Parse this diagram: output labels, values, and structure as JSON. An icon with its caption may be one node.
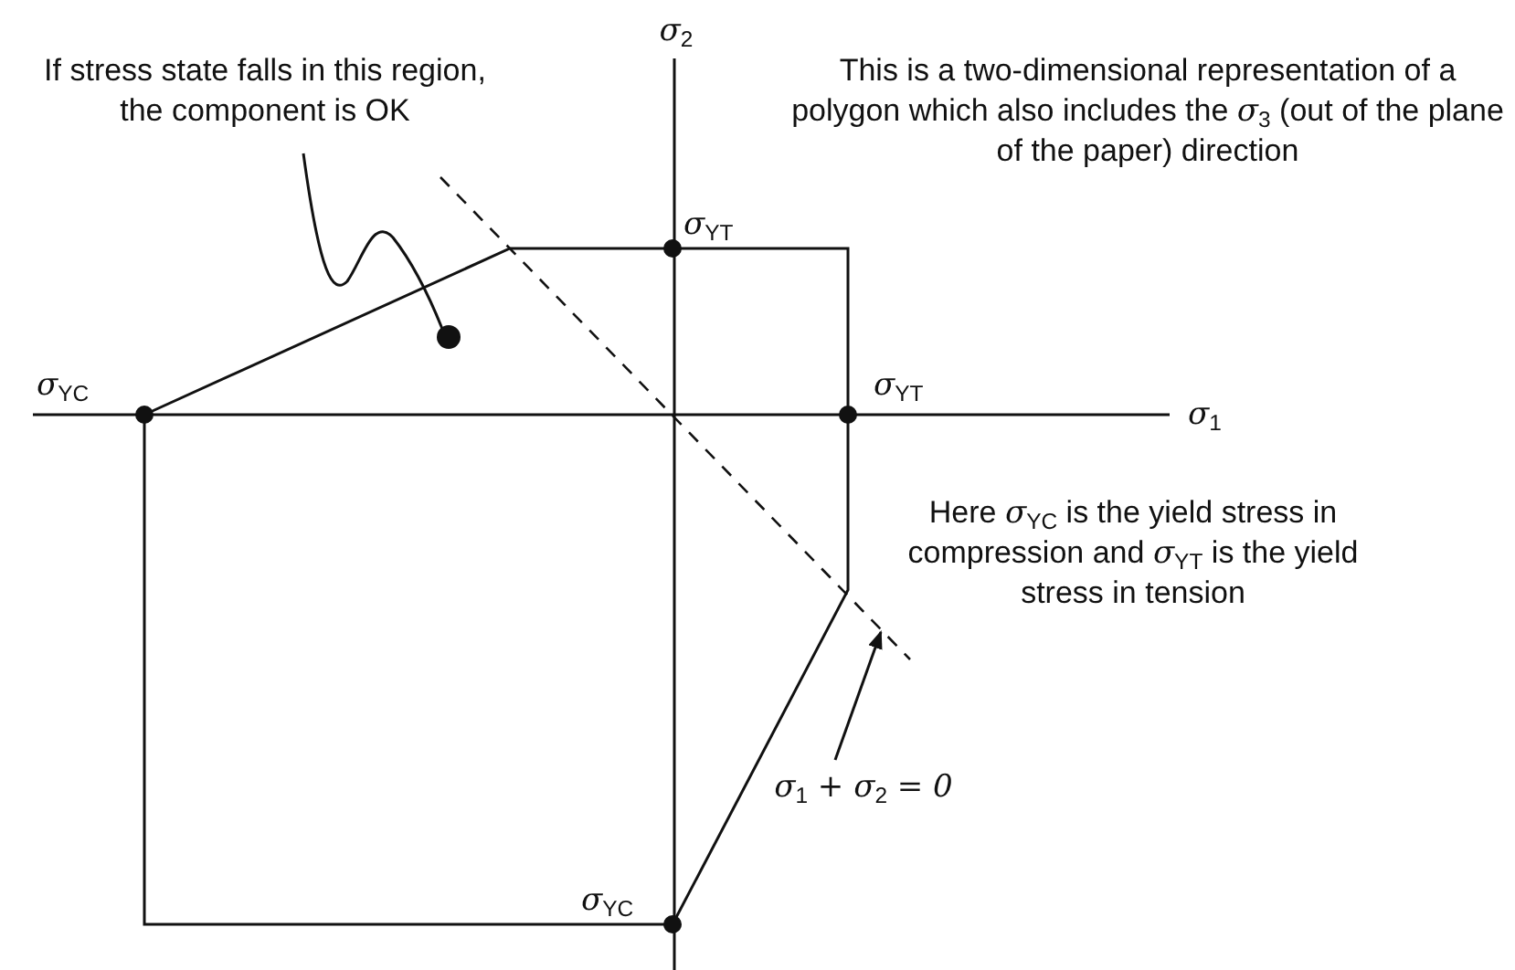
{
  "diagram": {
    "nodes": [
      {
        "text": [
          "If stress state falls in this region, the component is OK"
        ]
      },
      {
        "text": [],
        "shape": "circle"
      },
      {
        "text": [
          "σ$_{1}$ + σ$_{2}$ = 0"
        ]
      }
    ],
    "edges": [
      {
        "from": 0,
        "to": 1,
        "arrow": "none"
      },
      {
        "from": 2,
        "to": null,
        "arrow": "to"
      }
    ],
    "labels": [
      "σ$_{2}$",
      "This is a two-dimensional representation of a polygon which also includes the σ$_{3}$ (out of the plane of the paper) direction",
      "σ$_{YT}$",
      "σ$_{YC}$",
      "σ$_{YT}$",
      "σ$_{1}$",
      "Here σ$_{YC}$ is the yield stress in compression and σ$_{YT}$ is the yield stress in tension",
      "σ$_{YC}$"
    ]
  }
}
